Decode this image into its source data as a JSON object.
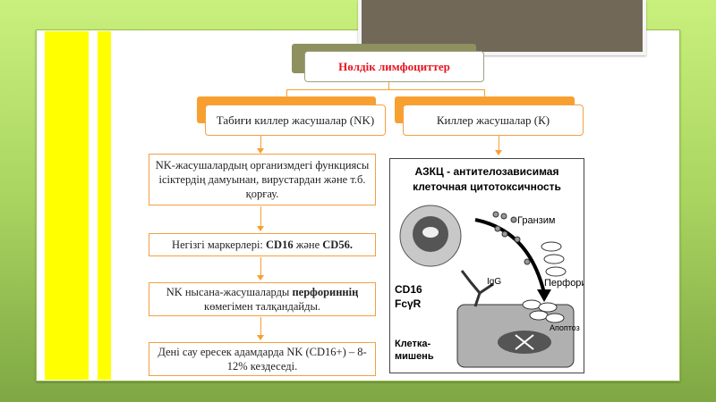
{
  "root": {
    "title": "Нөлдік лимфоциттер"
  },
  "branches": [
    {
      "label": "Табиғи киллер жасушалар (NK)"
    },
    {
      "label": "Киллер жасушалар (К)"
    }
  ],
  "steps": [
    {
      "text": "NK-жасушалардың организмдегі функциясы ісіктердің дамуынан, вирустардан және т.б. қорғау."
    },
    {
      "pre": "Негізгі маркерлері: ",
      "b1": "CD16",
      "mid": " және ",
      "b2": "CD56."
    },
    {
      "pre": "NK нысана-жасушаларды ",
      "b1": "перфориннің",
      "post": " көмегімен талқандайды."
    },
    {
      "text": "Дені сау ересек адамдарда NK (CD16+) – 8-12% кездеседі."
    }
  ],
  "figure": {
    "title1": "АЗКЦ - антителозависимая",
    "title2": "клеточная цитотоксичность",
    "granzyme": "Гранзим",
    "perforin": "Перфорин",
    "igg": "IgG",
    "cd16": "CD16",
    "fcr": "FcγR",
    "apoptosis": "Апоптоз",
    "target1": "Клетка-",
    "target2": "мишень"
  },
  "colors": {
    "accent": "#f7a030",
    "title_red": "#e8141e",
    "yellow": "#ffff00",
    "olive": "#8e9060"
  }
}
